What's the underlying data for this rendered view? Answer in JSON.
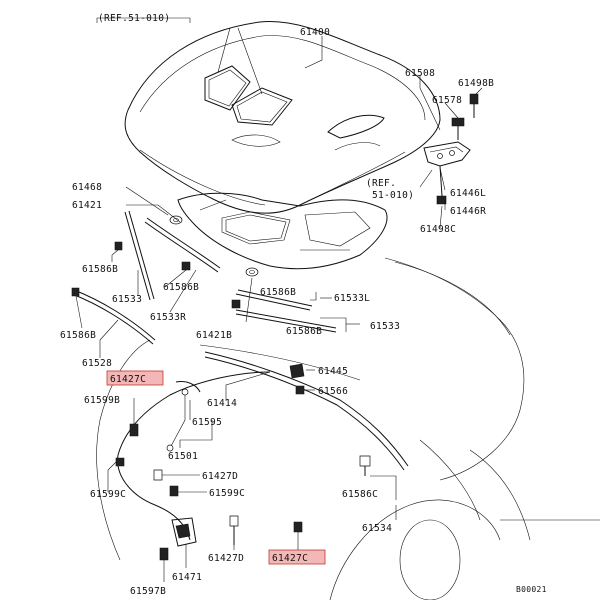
{
  "labels": {
    "ref_51_010_top": "(REF.51-010)",
    "p61400": "61400",
    "p61508": "61508",
    "p61498b": "61498B",
    "p61578": "61578",
    "ref_51_010_right_a": "(REF.",
    "ref_51_010_right_b": "51-010)",
    "p61446l": "61446L",
    "p61446r": "61446R",
    "p61498c": "61498C",
    "p61468": "61468",
    "p61421": "61421",
    "p61586b_a": "61586B",
    "p61533": "61533",
    "p61586b_b": "61586B",
    "p61533r": "61533R",
    "p61586b_c": "61586B",
    "p61528": "61528",
    "p61421b": "61421B",
    "p61586b_d": "61586B",
    "p61533l": "61533L",
    "p61586b_e": "61586B",
    "p61533_b": "61533",
    "p61427c_a": "61427C",
    "p61599b": "61599B",
    "p61414": "61414",
    "p61445": "61445",
    "p61566": "61566",
    "p61595": "61595",
    "p61501": "61501",
    "p61427d_a": "61427D",
    "p61599c_a": "61599C",
    "p61599c_b": "61599C",
    "p61586c": "61586C",
    "p61534": "61534",
    "p61427d_b": "61427D",
    "p61427c_b": "61427C",
    "p61471": "61471",
    "p61597b": "61597B",
    "diagram_id": "B00021"
  },
  "highlight_color": "#f4b7b7"
}
